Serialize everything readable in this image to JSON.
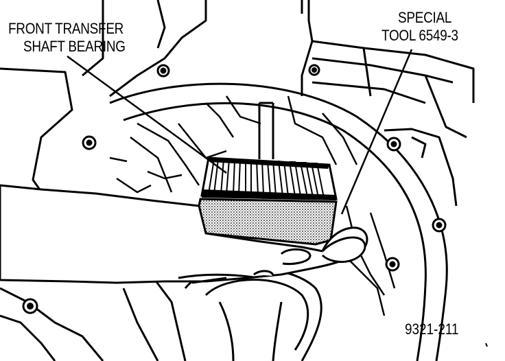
{
  "callouts": {
    "bearing": {
      "line1": "FRONT TRANSFER",
      "line2": "SHAFT BEARING"
    },
    "tool": {
      "line1": "SPECIAL",
      "line2": "TOOL 6549-3"
    }
  },
  "figure_number": "9321-211"
}
